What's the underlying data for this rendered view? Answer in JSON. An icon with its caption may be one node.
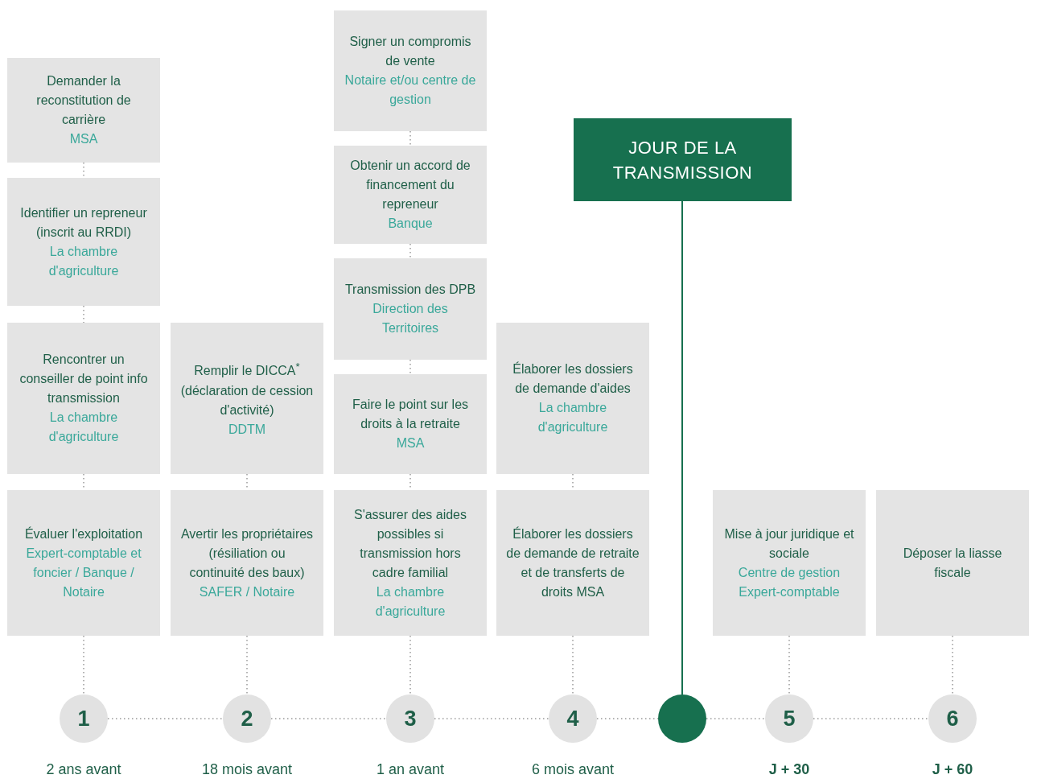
{
  "diagram": {
    "nodes": [
      {
        "text": [
          "Demander la reconstitution de carrière",
          "MSA"
        ]
      },
      {
        "text": [
          "Identifier un repreneur (inscrit au RRDI)",
          "La chambre d'agriculture"
        ]
      },
      {
        "text": [
          "Rencontrer un conseiller de point info transmission",
          "La chambre d'agriculture"
        ]
      },
      {
        "text": [
          "Évaluer l'exploitation",
          "Expert-comptable et foncier / Banque / Notaire"
        ]
      },
      {
        "text": [
          "Remplir le DICCA$^{*}$ (déclaration de cession d'activité)",
          "DDTM"
        ]
      },
      {
        "text": [
          "Avertir les propriétaires (résiliation ou continuité des baux)",
          "SAFER / Notaire"
        ]
      },
      {
        "text": [
          "Signer un compromis de vente",
          "Notaire et/ou centre de gestion"
        ]
      },
      {
        "text": [
          "Obtenir un accord de financement du repreneur",
          "Banque"
        ]
      },
      {
        "text": [
          "Transmission des DPB",
          "Direction des Territoires"
        ]
      },
      {
        "text": [
          "Faire le point sur les droits à la retraite",
          "MSA"
        ]
      },
      {
        "text": [
          "S'assurer des aides possibles si transmission hors cadre familial",
          "La chambre d'agriculture"
        ]
      },
      {
        "text": [
          "Élaborer les dossiers de demande d'aides",
          "La chambre d'agriculture"
        ]
      },
      {
        "text": [
          "Élaborer les dossiers de demande de retraite et de transferts de droits MSA"
        ]
      },
      {
        "text": [
          "JOUR DE LA TRANSMISSION"
        ]
      },
      {
        "text": [
          "Mise à jour juridique et sociale",
          "Centre de gestion Expert-comptable"
        ]
      },
      {
        "text": [
          "Déposer la liasse fiscale"
        ]
      },
      {
        "text": [
          "1"
        ],
        "beside": [
          "2 ans avant"
        ]
      },
      {
        "text": [
          "2"
        ],
        "beside": [
          "18 mois avant"
        ]
      },
      {
        "text": [
          "3"
        ],
        "beside": [
          "1 an avant"
        ]
      },
      {
        "text": [
          "4"
        ],
        "beside": [
          "6 mois avant"
        ]
      },
      {
        "text": [],
        "shape": "circle"
      },
      {
        "text": [
          "5"
        ],
        "beside": [
          "J + 30"
        ]
      },
      {
        "text": [
          "6"
        ],
        "beside": [
          "J + 60"
        ]
      }
    ],
    "edges": [
      {
        "from": 0,
        "to": 1,
        "arrow": "none",
        "style": "dashed"
      },
      {
        "from": 1,
        "to": 2,
        "arrow": "none",
        "style": "dashed"
      },
      {
        "from": 2,
        "to": 3,
        "arrow": "none",
        "style": "dashed"
      },
      {
        "from": 3,
        "to": 16,
        "arrow": "none",
        "style": "dashed"
      },
      {
        "from": 4,
        "to": 5,
        "arrow": "none",
        "style": "dashed"
      },
      {
        "from": 5,
        "to": 17,
        "arrow": "none",
        "style": "dashed"
      },
      {
        "from": 6,
        "to": 7,
        "arrow": "none",
        "style": "dashed"
      },
      {
        "from": 7,
        "to": 8,
        "arrow": "none",
        "style": "dashed"
      },
      {
        "from": 8,
        "to": 9,
        "arrow": "none",
        "style": "dashed"
      },
      {
        "from": 9,
        "to": 10,
        "arrow": "none",
        "style": "dashed"
      },
      {
        "from": 10,
        "to": 18,
        "arrow": "none",
        "style": "dashed"
      },
      {
        "from": 11,
        "to": 12,
        "arrow": "none",
        "style": "dashed"
      },
      {
        "from": 12,
        "to": 19,
        "arrow": "none",
        "style": "dashed"
      },
      {
        "from": 13,
        "to": 20,
        "arrow": "none",
        "color": "#17704f"
      },
      {
        "from": 14,
        "to": 21,
        "arrow": "none",
        "style": "dashed"
      },
      {
        "from": 15,
        "to": 22,
        "arrow": "none",
        "style": "dashed"
      },
      {
        "from": 16,
        "to": 17,
        "arrow": "none",
        "style": "dashed"
      },
      {
        "from": 17,
        "to": 18,
        "arrow": "none",
        "style": "dashed"
      },
      {
        "from": 18,
        "to": 19,
        "arrow": "none",
        "style": "dashed"
      },
      {
        "from": 19,
        "to": 20,
        "arrow": "none",
        "style": "dashed"
      },
      {
        "from": 20,
        "to": 21,
        "arrow": "none",
        "style": "dashed"
      },
      {
        "from": 21,
        "to": 22,
        "arrow": "none",
        "style": "dashed"
      }
    ]
  }
}
